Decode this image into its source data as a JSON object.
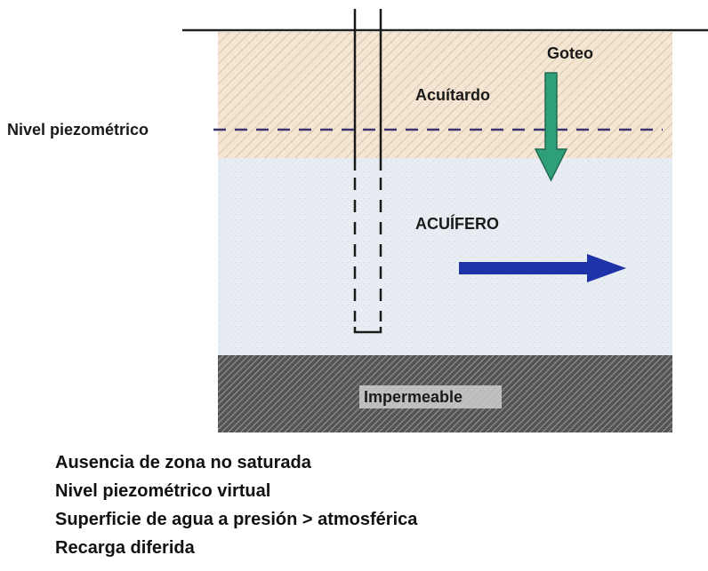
{
  "labels": {
    "goteo": "Goteo",
    "acuitardo": "Acuítardo",
    "nivel_piezometrico": "Nivel piezométrico",
    "acuifero": "ACUÍFERO",
    "impermeable": "Impermeable"
  },
  "notes": [
    "Ausencia de zona no saturada",
    "Nivel piezométrico virtual",
    "Superficie de agua a presión > atmosférica",
    "Recarga diferida"
  ],
  "colors": {
    "acuitardo_fill": "#f4e6d2",
    "acuitardo_hatch": "#d8c6ab",
    "acuifero_fill": "#e7edf2",
    "impermeable_fill": "#555555",
    "impermeable_hatch": "#9a9a9a",
    "piezometric_line": "#3a3570",
    "goteo_arrow": "#2f9f78",
    "flow_arrow": "#1e33a8"
  },
  "icons": {
    "goteo_arrow": "down-arrow-icon",
    "flow_arrow": "right-arrow-icon"
  }
}
